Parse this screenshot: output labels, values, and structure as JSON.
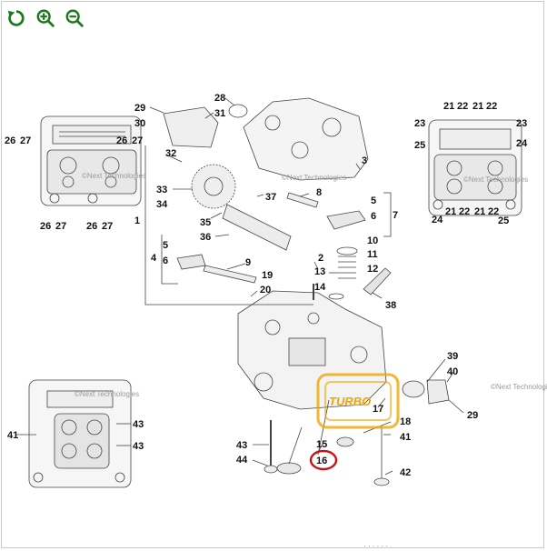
{
  "toolbar": {
    "reset": "reset-icon",
    "zoom_in": "zoom-in-icon",
    "zoom_out": "zoom-out-icon",
    "accent": "#1a7a1a"
  },
  "watermark": "©Next Technologies",
  "logo": "TURBO",
  "highlight_color": "#d01010",
  "labels": {
    "l1": "1",
    "l2": "2",
    "l3": "3",
    "l4": "4",
    "l5": "5",
    "l6": "6",
    "l7": "7",
    "l8": "8",
    "l9": "9",
    "l10": "10",
    "l11": "11",
    "l12": "12",
    "l13": "13",
    "l14": "14",
    "l15": "15",
    "l16": "16",
    "l17": "17",
    "l18": "18",
    "l19": "19",
    "l20": "20",
    "l21": "21",
    "l22": "22",
    "l23": "23",
    "l24": "24",
    "l25": "25",
    "l26": "26",
    "l27": "27",
    "l28": "28",
    "l29": "29",
    "l30": "30",
    "l31": "31",
    "l32": "32",
    "l33": "33",
    "l34": "34",
    "l35": "35",
    "l36": "36",
    "l37": "37",
    "l38": "38",
    "l39": "39",
    "l40": "40",
    "l41": "41",
    "l42": "42",
    "l43": "43",
    "l44": "44"
  },
  "footer_text": "· · · · · ·"
}
